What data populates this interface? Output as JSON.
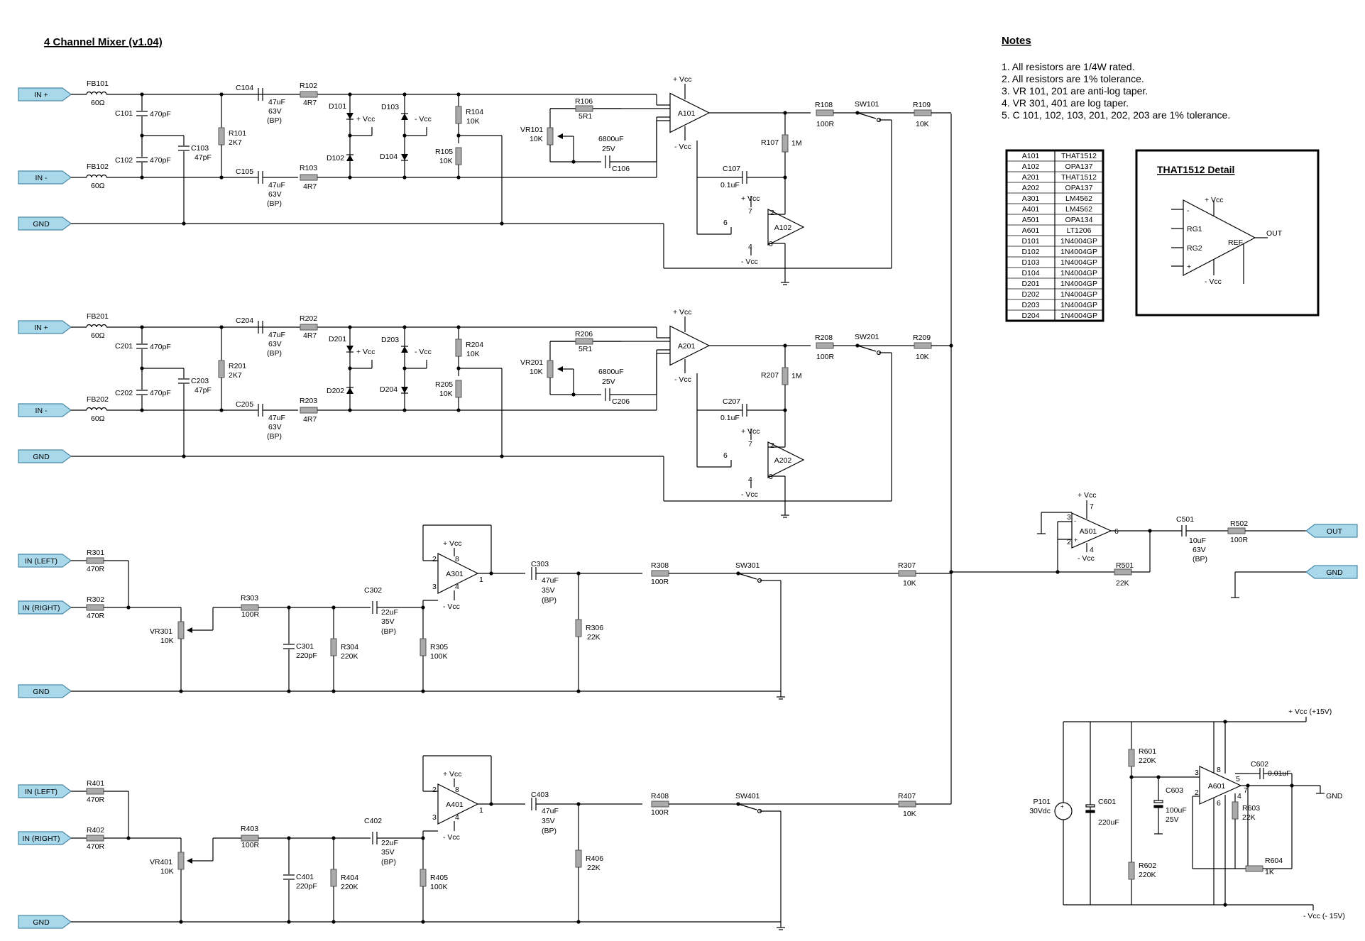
{
  "title": "4 Channel Mixer (v1.04)",
  "notes": {
    "heading": "Notes",
    "items": [
      "1.   All resistors are 1/4W rated.",
      "2.   All resistors are 1% tolerance.",
      "3.   VR 101, 201 are anti-log taper.",
      "4.   VR 301, 401 are log taper.",
      "5.   C 101, 102, 103, 201, 202, 203 are 1% tolerance."
    ]
  },
  "parts_table": [
    [
      "A101",
      "THAT1512"
    ],
    [
      "A102",
      "OPA137"
    ],
    [
      "A201",
      "THAT1512"
    ],
    [
      "A202",
      "OPA137"
    ],
    [
      "A301",
      "LM4562"
    ],
    [
      "A401",
      "LM4562"
    ],
    [
      "A501",
      "OPA134"
    ],
    [
      "A601",
      "LT1206"
    ],
    [
      "D101",
      "1N4004GP"
    ],
    [
      "D102",
      "1N4004GP"
    ],
    [
      "D103",
      "1N4004GP"
    ],
    [
      "D104",
      "1N4004GP"
    ],
    [
      "D201",
      "1N4004GP"
    ],
    [
      "D202",
      "1N4004GP"
    ],
    [
      "D203",
      "1N4004GP"
    ],
    [
      "D204",
      "1N4004GP"
    ]
  ],
  "detail": {
    "title": "THAT1512 Detail",
    "vcc_pos": "+ Vcc",
    "vcc_neg": "- Vcc",
    "minus": "-",
    "plus": "+",
    "rg1": "RG1",
    "rg2": "RG2",
    "ref": "REF",
    "out": "OUT"
  },
  "ports": {
    "in_plus": "IN +",
    "in_minus": "IN -",
    "gnd": "GND",
    "in_left": "IN (LEFT)",
    "in_right": "IN (RIGHT)",
    "out": "OUT"
  },
  "rails": {
    "vcc_pos": "+ Vcc",
    "vcc_neg": "- Vcc",
    "supply_pos": "+ Vcc (+15V)",
    "supply_neg": "- Vcc (- 15V)",
    "gnd": "GND"
  },
  "ch1": {
    "fb_a": [
      "FB101",
      "60Ω"
    ],
    "fb_b": [
      "FB102",
      "60Ω"
    ],
    "c_a": [
      "C101",
      "470pF"
    ],
    "c_b": [
      "C102",
      "470pF"
    ],
    "c_c": [
      "C103",
      "47pF"
    ],
    "r_gnd": [
      "R101",
      "2K7"
    ],
    "cap_a": [
      "C104",
      "47uF",
      "63V",
      "(BP)"
    ],
    "cap_b": [
      "C105",
      "47uF",
      "63V",
      "(BP)"
    ],
    "r_a": [
      "R102",
      "4R7"
    ],
    "r_b": [
      "R103",
      "4R7"
    ],
    "d": [
      "D101",
      "D102",
      "D103",
      "D104"
    ],
    "r_div_a": [
      "R104",
      "10K"
    ],
    "r_div_b": [
      "R105",
      "10K"
    ],
    "r_gain": [
      "R106",
      "5R1"
    ],
    "vr": [
      "VR101",
      "10K"
    ],
    "c_gain": [
      "6800uF",
      "25V",
      "C106"
    ],
    "amp": "A101",
    "amp2": "A102",
    "c_fb": [
      "C107",
      "0.1uF"
    ],
    "r_fb": [
      "R107",
      "1M"
    ],
    "r_out": [
      "R108",
      "100R"
    ],
    "sw": "SW101",
    "r_mix": [
      "R109",
      "10K"
    ],
    "pins": [
      "7",
      "2",
      "6",
      "4",
      "3"
    ]
  },
  "ch2": {
    "fb_a": [
      "FB201",
      "60Ω"
    ],
    "fb_b": [
      "FB202",
      "60Ω"
    ],
    "c_a": [
      "C201",
      "470pF"
    ],
    "c_b": [
      "C202",
      "470pF"
    ],
    "c_c": [
      "C203",
      "47pF"
    ],
    "r_gnd": [
      "R201",
      "2K7"
    ],
    "cap_a": [
      "C204",
      "47uF",
      "63V",
      "(BP)"
    ],
    "cap_b": [
      "C205",
      "47uF",
      "63V",
      "(BP)"
    ],
    "r_a": [
      "R202",
      "4R7"
    ],
    "r_b": [
      "R203",
      "4R7"
    ],
    "d": [
      "D201",
      "D202",
      "D203",
      "D204"
    ],
    "r_div_a": [
      "R204",
      "10K"
    ],
    "r_div_b": [
      "R205",
      "10K"
    ],
    "r_gain": [
      "R206",
      "5R1"
    ],
    "vr": [
      "VR201",
      "10K"
    ],
    "c_gain": [
      "6800uF",
      "25V",
      "C206"
    ],
    "amp": "A201",
    "amp2": "A202",
    "c_fb": [
      "C207",
      "0.1uF"
    ],
    "r_fb": [
      "R207",
      "1M"
    ],
    "r_out": [
      "R208",
      "100R"
    ],
    "sw": "SW201",
    "r_mix": [
      "R209",
      "10K"
    ],
    "pins": [
      "7",
      "2",
      "6",
      "4",
      "3"
    ]
  },
  "ch3": {
    "r_l": [
      "R301",
      "470R"
    ],
    "r_r": [
      "R302",
      "470R"
    ],
    "vr": [
      "VR301",
      "10K"
    ],
    "r_a": [
      "R303",
      "100R"
    ],
    "c_a": [
      "C301",
      "220pF"
    ],
    "r_b": [
      "R304",
      "220K"
    ],
    "cap_in": [
      "C302",
      "22uF",
      "35V",
      "(BP)"
    ],
    "r_bias": [
      "R305",
      "100K"
    ],
    "amp": "A301",
    "pins": [
      "2",
      "8",
      "3",
      "4",
      "1"
    ],
    "cap_out": [
      "C303",
      "47uF",
      "35V",
      "(BP)"
    ],
    "r_load": [
      "R306",
      "22K"
    ],
    "r_out": [
      "R308",
      "100R"
    ],
    "sw": "SW301",
    "r_mix": [
      "R307",
      "10K"
    ]
  },
  "ch4": {
    "r_l": [
      "R401",
      "470R"
    ],
    "r_r": [
      "R402",
      "470R"
    ],
    "vr": [
      "VR401",
      "10K"
    ],
    "r_a": [
      "R403",
      "100R"
    ],
    "c_a": [
      "C401",
      "220pF"
    ],
    "r_b": [
      "R404",
      "220K"
    ],
    "cap_in": [
      "C402",
      "22uF",
      "35V",
      "(BP)"
    ],
    "r_bias": [
      "R405",
      "100K"
    ],
    "amp": "A401",
    "pins": [
      "2",
      "8",
      "3",
      "4",
      "1"
    ],
    "cap_out": [
      "C403",
      "47uF",
      "35V",
      "(BP)"
    ],
    "r_load": [
      "R406",
      "22K"
    ],
    "r_out": [
      "R408",
      "100R"
    ],
    "sw": "SW401",
    "r_mix": [
      "R407",
      "10K"
    ]
  },
  "master": {
    "amp": "A501",
    "pins": [
      "3",
      "7",
      "2",
      "4",
      "6"
    ],
    "r_fb": [
      "R501",
      "22K"
    ],
    "cap": [
      "C501",
      "10uF",
      "63V",
      "(BP)"
    ],
    "r_out": [
      "R502",
      "100R"
    ]
  },
  "psu": {
    "source": [
      "P101",
      "30Vdc"
    ],
    "c_main": [
      "C601",
      "220uF"
    ],
    "r_top": [
      "R601",
      "220K"
    ],
    "r_bot": [
      "R602",
      "220K"
    ],
    "c_mid": [
      "C603",
      "100uF",
      "25V"
    ],
    "amp": "A601",
    "pins": [
      "3",
      "8",
      "2",
      "6",
      "5",
      "4",
      "7"
    ],
    "c_comp": [
      "C602",
      "0.01uF"
    ],
    "r_a": [
      "R603",
      "22K"
    ],
    "r_b": [
      "R604",
      "1K"
    ]
  }
}
